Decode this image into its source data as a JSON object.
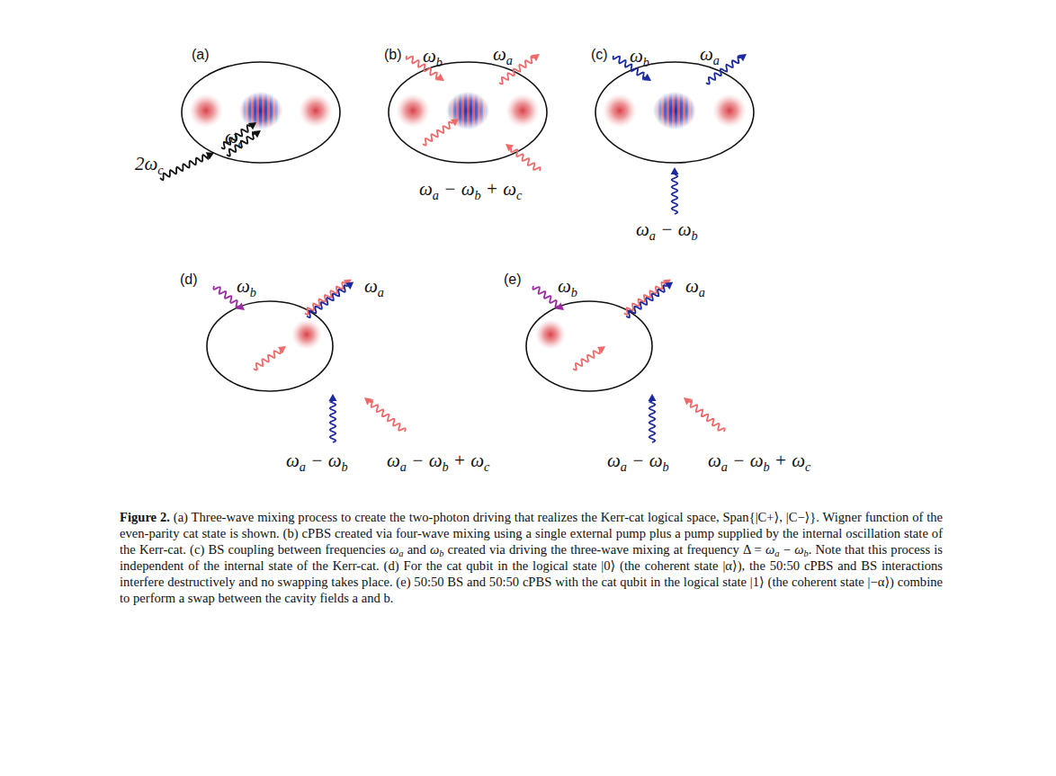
{
  "diagram": {
    "caption": "Figure 2. (a) Three-wave mixing process to create the two-photon driving that realizes the Kerr-cat logical space, Span{|C+⟩, |C−⟩}. Wigner function of the even-parity cat state is shown. (b) cPBS created via four-wave mixing using a single external pump plus a pump supplied by the internal oscillation state of the Kerr-cat. (c) BS coupling between frequencies ωa and ωb created via driving the three-wave mixing at frequency Δ = ωa − ωb. Note that this process is independent of the internal state of the Kerr-cat. (d) For the cat qubit in the logical state |0⟩ (the coherent state |α⟩), the 50:50 cPBS and BS interactions interfere destructively and no swapping takes place. (e) 50:50 BS and 50:50 cPBS with the cat qubit in the logical state |1⟩ (the coherent state |−α⟩) combine to perform a swap between the cavity fields a and b.",
    "labels": [
      "(a)",
      "ωc",
      "2ωc",
      "(b)",
      "ωb",
      "ωa",
      "ωa − ωb + ωc",
      "(c)",
      "ωb",
      "ωa",
      "ωa − ωb",
      "(d)",
      "ωb",
      "ωa",
      "ωa − ωb",
      "ωa − ωb + ωc",
      "(e)",
      "ωb",
      "ωa",
      "ωa − ωb",
      "ωa − ωb + ωc"
    ]
  }
}
